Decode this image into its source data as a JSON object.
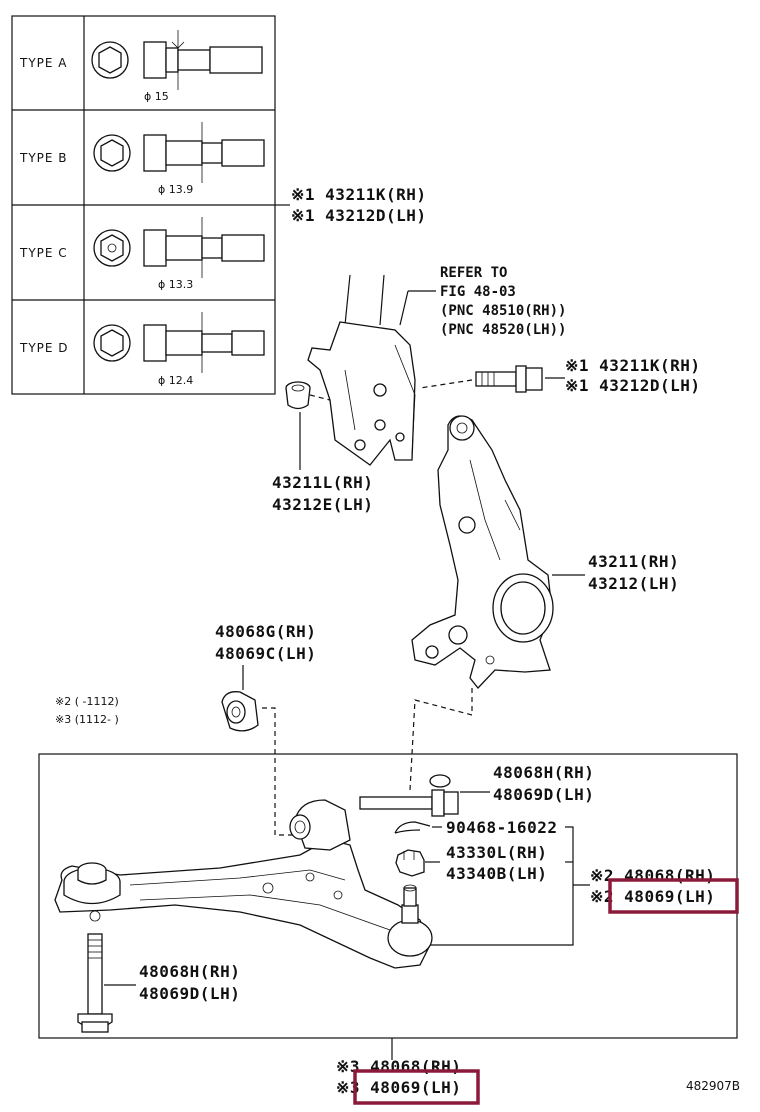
{
  "highlight_color": "#8b1a3a",
  "bolt_types": [
    {
      "label": "TYPE A",
      "dim": "ϕ 15"
    },
    {
      "label": "TYPE B",
      "dim": "ϕ 13.9"
    },
    {
      "label": "TYPE C",
      "dim": "ϕ 13.3"
    },
    {
      "label": "TYPE D",
      "dim": "ϕ 12.4"
    }
  ],
  "callouts": {
    "bolt_top_1": "※1 43211K(RH)",
    "bolt_top_2": "※1 43212D(LH)",
    "refer_1": "REFER TO",
    "refer_2": "FIG 48-03",
    "refer_3": "(PNC 48510(RH))",
    "refer_4": "(PNC 48520(LH))",
    "bolt_mid_1": "※1 43211K(RH)",
    "bolt_mid_2": "※1 43212D(LH)",
    "nut_1": "43211L(RH)",
    "nut_2": "43212E(LH)",
    "knuckle_1": "43211(RH)",
    "knuckle_2": "43212(LH)",
    "bush_1": "48068G(RH)",
    "bush_2": "48069C(LH)",
    "note_2": "※2 (    -1112)",
    "note_3": "※3 (1112-    )",
    "bolt_arm_1": "48068H(RH)",
    "bolt_arm_2": "48069D(LH)",
    "pin": "90468-16022",
    "castle_1": "43330L(RH)",
    "castle_2": "43340B(LH)",
    "arm_right_1": "※2 48068(RH)",
    "arm_right_2": "※2 48069(LH)",
    "bolt_low_1": "48068H(RH)",
    "bolt_low_2": "48069D(LH)",
    "arm_bottom_1": "※3 48068(RH)",
    "arm_bottom_2": "※3 48069(LH)",
    "figure_code": "482907B"
  }
}
